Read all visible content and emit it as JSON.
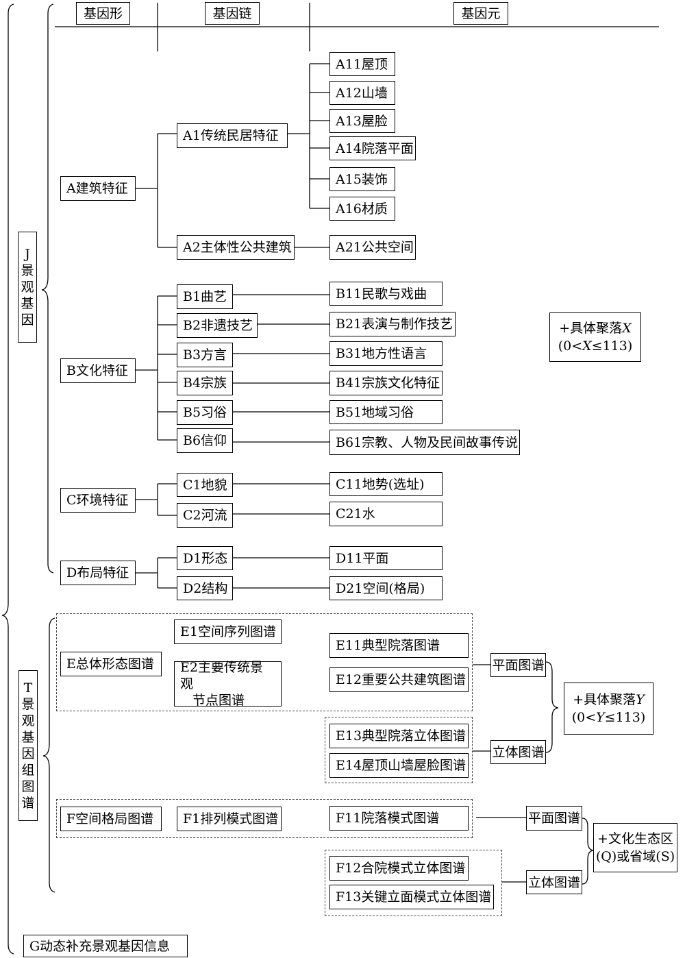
{
  "headers": [
    "基因形",
    "基因链",
    "基因元"
  ],
  "j_root": [
    "J",
    "景",
    "观",
    "基",
    "因"
  ],
  "t_root": [
    "T",
    "景",
    "观",
    "基",
    "因",
    "组",
    "图",
    "谱"
  ],
  "a": {
    "form": "A建筑特征",
    "chains": [
      "A1传统民居特征",
      "A2主体性公共建筑"
    ],
    "elements": [
      "A11屋顶",
      "A12山墙",
      "A13屋脸",
      "A14院落平面",
      "A15装饰",
      "A16材质",
      "A21公共空间"
    ]
  },
  "b": {
    "form": "B文化特征",
    "chains": [
      "B1曲艺",
      "B2非遗技艺",
      "B3方言",
      "B4宗族",
      "B5习俗",
      "B6信仰"
    ],
    "elements": [
      "B11民歌与戏曲",
      "B21表演与制作技艺",
      "B31地方性语言",
      "B41宗族文化特征",
      "B51地域习俗",
      "B61宗教、人物及民间故事传说"
    ]
  },
  "c": {
    "form": "C环境特征",
    "chains": [
      "C1地貌",
      "C2河流"
    ],
    "elements": [
      "C11地势(选址)",
      "C21水"
    ]
  },
  "d": {
    "form": "D布局特征",
    "chains": [
      "D1形态",
      "D2结构"
    ],
    "elements": [
      "D11平面",
      "D21空间(格局)"
    ]
  },
  "note_x": {
    "line1": "+具体聚落",
    "var": "X",
    "line2a": "(0<",
    "line2b": "≤113)"
  },
  "e": {
    "form": "E总体形态图谱",
    "chains": [
      "E1空间序列图谱",
      "E2主要传统景观",
      "节点图谱"
    ],
    "elements": [
      "E11典型院落图谱",
      "E12重要公共建筑图谱",
      "E13典型院落立体图谱",
      "E14屋顶山墙屋脸图谱"
    ],
    "plane": "平面图谱",
    "solid": "立体图谱"
  },
  "note_y": {
    "line1": "+具体聚落",
    "var": "Y",
    "line2a": "(0<",
    "line2b": "≤113)"
  },
  "f": {
    "form": "F空间格局图谱",
    "chains": [
      "F1排列模式图谱"
    ],
    "elements": [
      "F11院落模式图谱",
      "F12合院模式立体图谱",
      "F13关键立面模式立体图谱"
    ],
    "plane": "平面图谱",
    "solid": "立体图谱"
  },
  "note_q": {
    "line1": "+文化生态区",
    "line2": "(Q)或省域(S)"
  },
  "g": "G动态补充景观基因信息"
}
